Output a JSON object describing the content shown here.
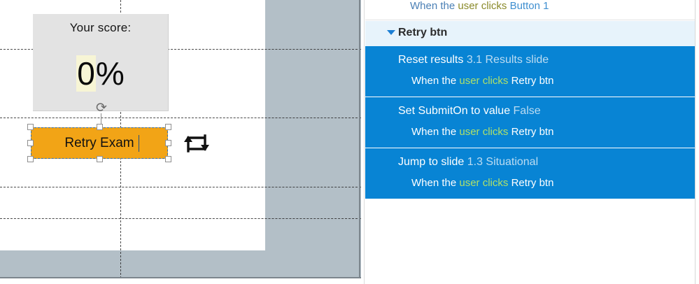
{
  "canvas": {
    "score_box": {
      "label": "Your score:",
      "value": "0",
      "value_suffix": "%",
      "rotate_icon": "rotate-handle-icon"
    },
    "retry_button": {
      "label": "Retry Exam",
      "fill_color": "#f2a416",
      "selection_color": "#2f6fb5",
      "selected": true
    },
    "loop_icon_name": "loop-repeat-icon"
  },
  "trigger_panel": {
    "scrolled_row": {
      "prefix": "When the ",
      "trigger": "user clicks ",
      "object": "Button 1"
    },
    "group": {
      "caret_icon": "chevron-down-icon",
      "title": "Retry btn",
      "expanded": true
    },
    "actions": [
      {
        "verb": "Reset results ",
        "param": "3.1 Results slide",
        "sub_prefix": "When the ",
        "sub_trigger": "user clicks ",
        "sub_object": "Retry btn"
      },
      {
        "verb": "Set SubmitOn to value ",
        "param": "False",
        "sub_prefix": "When the ",
        "sub_trigger": "user clicks ",
        "sub_object": "Retry btn"
      },
      {
        "verb": "Jump to slide ",
        "param": "1.3 Situational",
        "sub_prefix": "When the ",
        "sub_trigger": "user clicks ",
        "sub_object": "Retry btn"
      }
    ],
    "colors": {
      "row_blue": "#0884d4",
      "header_blue": "#e7f3fb",
      "param_text": "#bcdcf2",
      "trigger_text": "#aee06a"
    }
  }
}
